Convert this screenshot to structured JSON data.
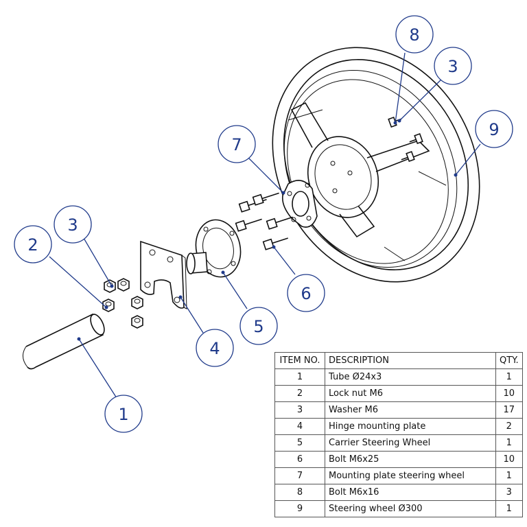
{
  "balloons": [
    {
      "label": "1"
    },
    {
      "label": "2"
    },
    {
      "label": "3"
    },
    {
      "label": "3"
    },
    {
      "label": "4"
    },
    {
      "label": "5"
    },
    {
      "label": "6"
    },
    {
      "label": "7"
    },
    {
      "label": "8"
    },
    {
      "label": "9"
    }
  ],
  "bom": {
    "headers": {
      "item": "ITEM NO.",
      "description": "DESCRIPTION",
      "qty": "QTY."
    },
    "rows": [
      {
        "item": "1",
        "description": "Tube Ø24x3",
        "qty": "1"
      },
      {
        "item": "2",
        "description": "Lock nut M6",
        "qty": "10"
      },
      {
        "item": "3",
        "description": "Washer M6",
        "qty": "17"
      },
      {
        "item": "4",
        "description": "Hinge mounting plate",
        "qty": "2"
      },
      {
        "item": "5",
        "description": "Carrier Steering Wheel",
        "qty": "1"
      },
      {
        "item": "6",
        "description": "Bolt M6x25",
        "qty": "10"
      },
      {
        "item": "7",
        "description": "Mounting plate steering wheel",
        "qty": "1"
      },
      {
        "item": "8",
        "description": "Bolt M6x16",
        "qty": "3"
      },
      {
        "item": "9",
        "description": "Steering wheel Ø300",
        "qty": "1"
      }
    ]
  },
  "colors": {
    "balloon": "#1f3a8a",
    "lines": "#111111"
  }
}
